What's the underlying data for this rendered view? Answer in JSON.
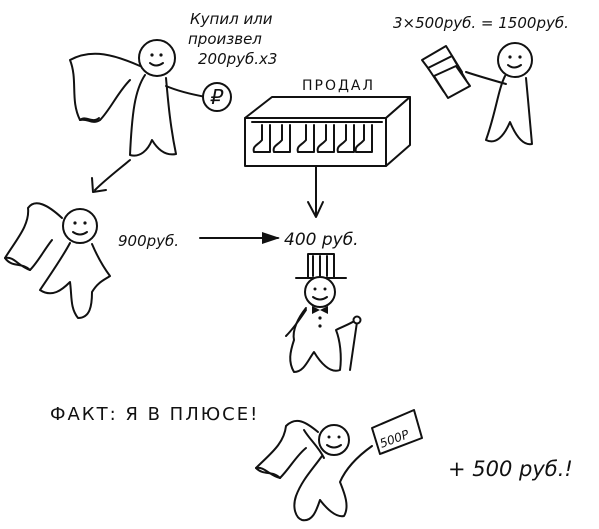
{
  "labels": {
    "bought_line1": "Купил или",
    "bought_line2": "произвел",
    "bought_line3": "200руб.x3",
    "ruble_symbol": "₽",
    "sold": "ПРОДАЛ",
    "sold_total": "3×500руб. = 1500руб.",
    "left_money": "900руб.",
    "center_money": "400 руб.",
    "fact": "ФАКТ: Я В ПЛЮСЕ!",
    "banknote": "500Р",
    "profit": "+ 500 руб.!"
  },
  "colors": {
    "ink": "#111111",
    "paper": "#ffffff"
  },
  "icons": {
    "coin": "ruble-coin-icon",
    "box": "socks-box-icon",
    "hat": "top-hat-icon",
    "banknote": "banknote-icon"
  }
}
